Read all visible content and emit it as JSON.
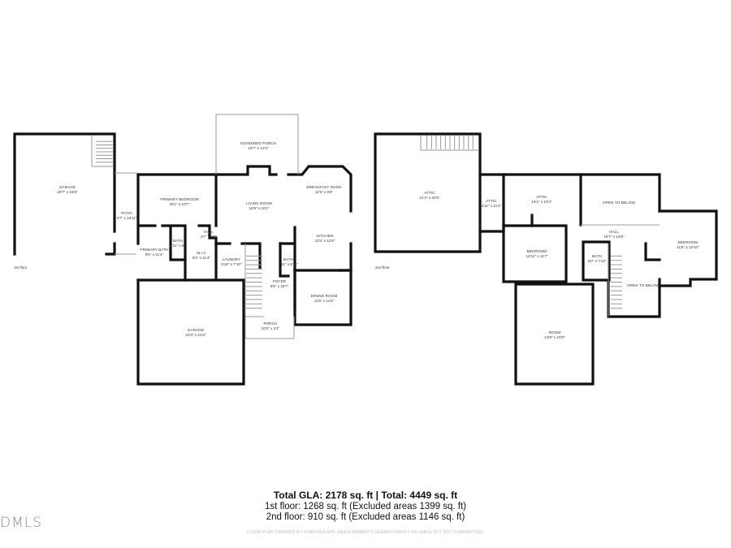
{
  "floor1": {
    "label": "1st floor",
    "rooms": [
      {
        "name": "GARAGE",
        "dims": "20'7\" x 24'8\""
      },
      {
        "name": "PATIO",
        "dims": "4'7\" x 16'11\""
      },
      {
        "name": "PRIMARY BEDROOM",
        "dims": "16'1\" x 10'7\""
      },
      {
        "name": "SCREENED PORCH",
        "dims": "16'7\" x 12'4\""
      },
      {
        "name": "LIVING ROOM",
        "dims": "16'9\" x 16'1\""
      },
      {
        "name": "BREAKFAST NOOK",
        "dims": "11'5\" x 9'4\""
      },
      {
        "name": "HALL",
        "dims": "3'7\" x 3'2\""
      },
      {
        "name": "BATH",
        "dims": "2'11\" x 6'\""
      },
      {
        "name": "PRIMARY BATH",
        "dims": "9'5\" x 11'4\""
      },
      {
        "name": "W.I.C",
        "dims": "6'2\" x 11'4\""
      },
      {
        "name": "LAUNDRY",
        "dims": "5'10\" x 7'10\""
      },
      {
        "name": "KITCHEN",
        "dims": "11'5\" x 12'6\""
      },
      {
        "name": "BATH",
        "dims": "2'11\" x 6'11\""
      },
      {
        "name": "FOYER",
        "dims": "6'6\" x 15'7\""
      },
      {
        "name": "DINING ROOM",
        "dims": "11'5\" x 11'6\""
      },
      {
        "name": "GARAGE",
        "dims": "22'0\" x 21'5\""
      },
      {
        "name": "PORCH",
        "dims": "10'2\" x 4'1\""
      }
    ]
  },
  "floor2": {
    "label": "2nd floor",
    "rooms": [
      {
        "name": "ATTIC",
        "dims": "21'4\" x 24'8\""
      },
      {
        "name": "ATTIC",
        "dims": "4'11\" x 11'4\""
      },
      {
        "name": "ATTIC",
        "dims": "16'1\" x 10'4\""
      },
      {
        "name": "OPEN TO BELOW",
        "dims": ""
      },
      {
        "name": "HALL",
        "dims": "19'7\" x 10'6\""
      },
      {
        "name": "BEDROOM",
        "dims": "12'11\" x 11'7\""
      },
      {
        "name": "BATH",
        "dims": "5'0\" x 7'10\""
      },
      {
        "name": "BEDROOM",
        "dims": "11'5\" x 13'10\""
      },
      {
        "name": "OPEN TO BELOW",
        "dims": ""
      },
      {
        "name": "ROOM",
        "dims": "13'8\" x 20'8\""
      }
    ]
  },
  "footer": {
    "total": "Total GLA: 2178 sq. ft | Total: 4449 sq. ft",
    "floor1": "1st floor: 1268 sq. ft (Excluded areas 1399 sq. ft)",
    "floor2": "2nd floor: 910 sq. ft (Excluded areas 1146 sq. ft)",
    "disclaimer": "FLOOR PLAN CREATED BY CUBICASA APP. MEASUREMENTS DEEMED HIGHLY RELIABLE BUT NOT GUARANTEED."
  },
  "watermark": "DMLS"
}
